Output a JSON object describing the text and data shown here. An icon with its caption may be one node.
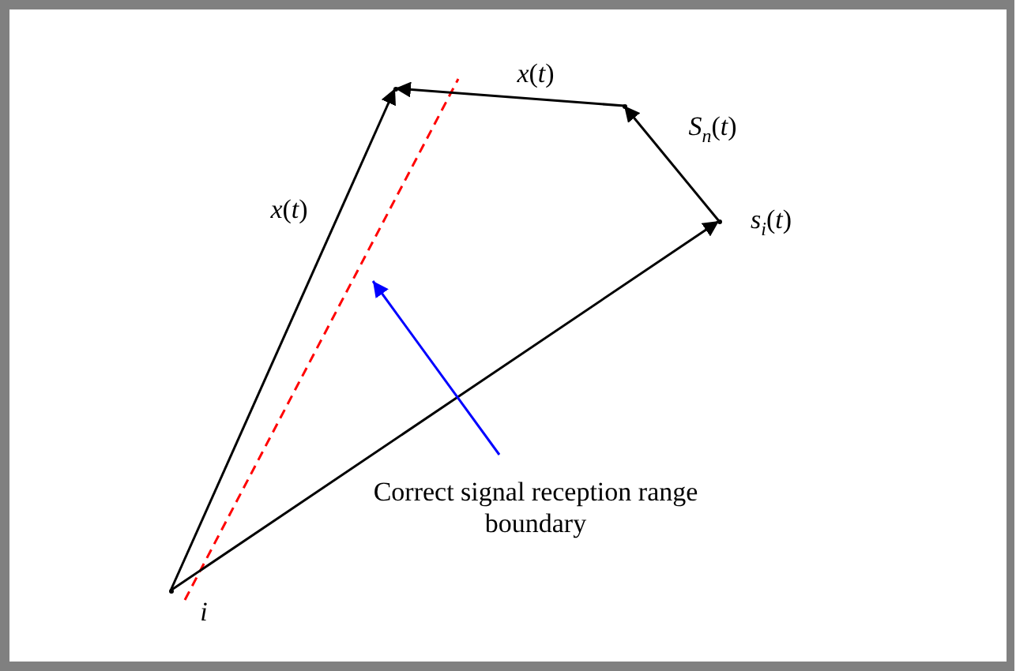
{
  "diagram": {
    "nodes": [
      {
        "text": [],
        "shape": "point"
      },
      {
        "text": [],
        "shape": "point"
      },
      {
        "text": [],
        "shape": "point"
      },
      {
        "text": [],
        "shape": "point"
      },
      {
        "text": [
          "Correct signal reception range boundary"
        ]
      }
    ],
    "edges": [
      {
        "from": 0,
        "to": 1,
        "arrow": "to",
        "label": "*x*(*t*)"
      },
      {
        "from": 2,
        "to": 1,
        "arrow": "to",
        "label": "*x*(*t*)"
      },
      {
        "from": 3,
        "to": 2,
        "arrow": "to",
        "label": "*S*$_{n}$(*t*)"
      },
      {
        "from": 0,
        "to": 3,
        "arrow": "to",
        "label": "*s*$_{i}$(*t*)"
      },
      {
        "from": 4,
        "to": null,
        "arrow": "to",
        "color": "#0000ff"
      }
    ],
    "labels": [
      "*i*"
    ]
  }
}
